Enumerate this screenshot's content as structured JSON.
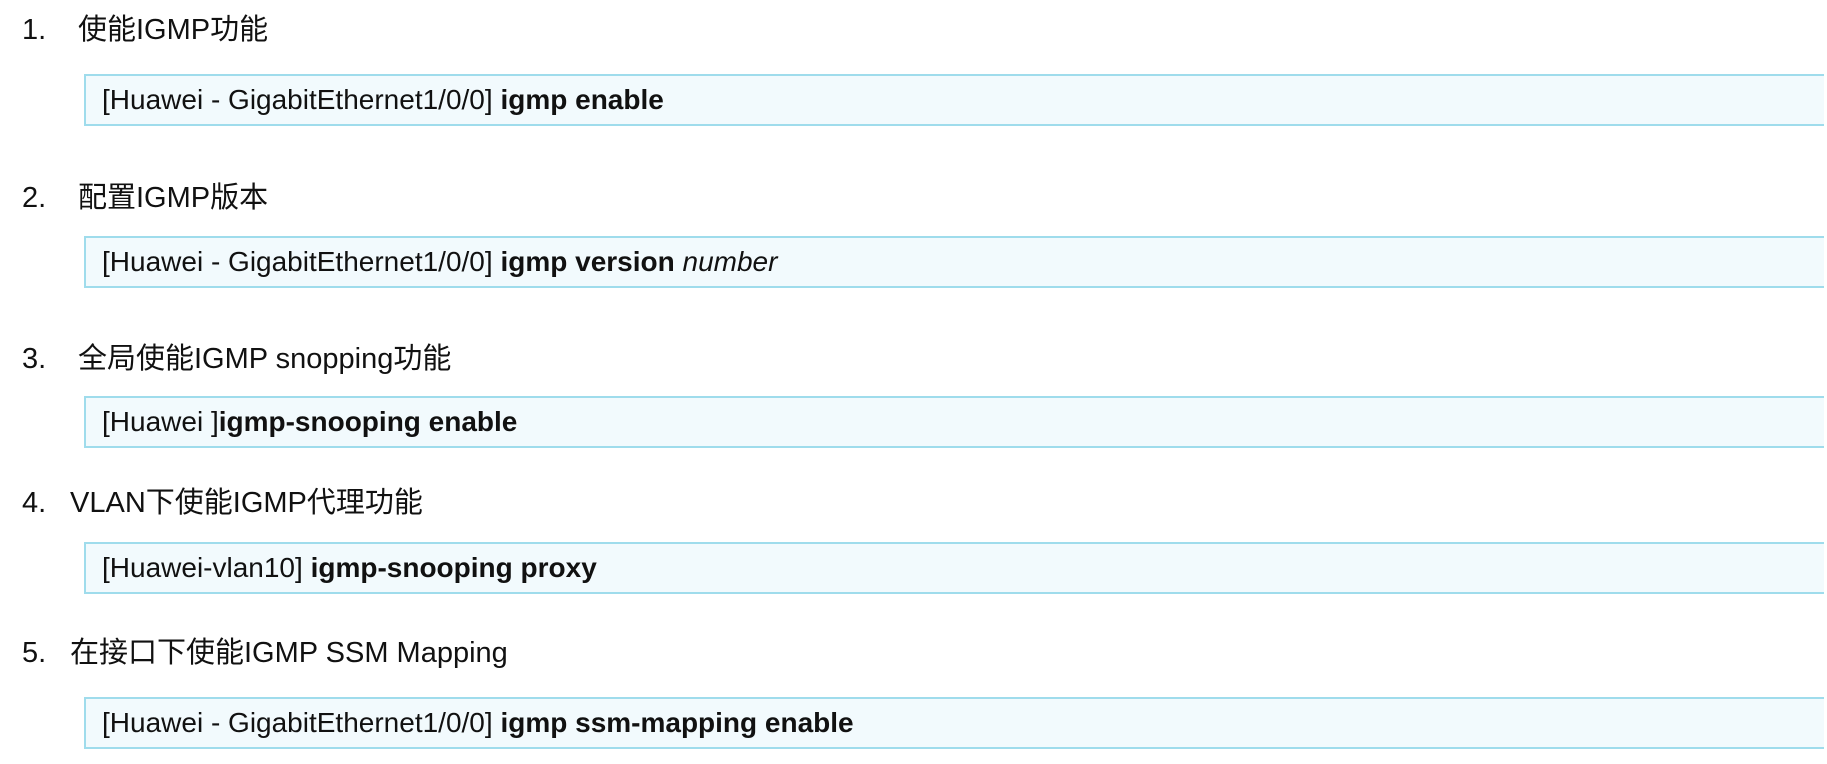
{
  "steps": [
    {
      "number": "1.",
      "title": "使能IGMP功能",
      "prompt": "[Huawei - GigabitEthernet1/0/0] ",
      "keyword": "igmp enable",
      "argument": ""
    },
    {
      "number": "2.",
      "title": "配置IGMP版本",
      "prompt": "[Huawei - GigabitEthernet1/0/0] ",
      "keyword": "igmp version",
      "argument": "number"
    },
    {
      "number": "3.",
      "title": "全局使能IGMP snopping功能",
      "prompt": "[Huawei ]",
      "keyword": "igmp-snooping enable",
      "argument": ""
    },
    {
      "number": "4.",
      "title": "VLAN下使能IGMP代理功能",
      "prompt": "[Huawei-vlan10] ",
      "keyword": "igmp-snooping proxy",
      "argument": ""
    },
    {
      "number": "5.",
      "title": "在接口下使能IGMP SSM Mapping",
      "prompt": "[Huawei - GigabitEthernet1/0/0] ",
      "keyword": "igmp ssm-mapping enable",
      "argument": ""
    }
  ]
}
